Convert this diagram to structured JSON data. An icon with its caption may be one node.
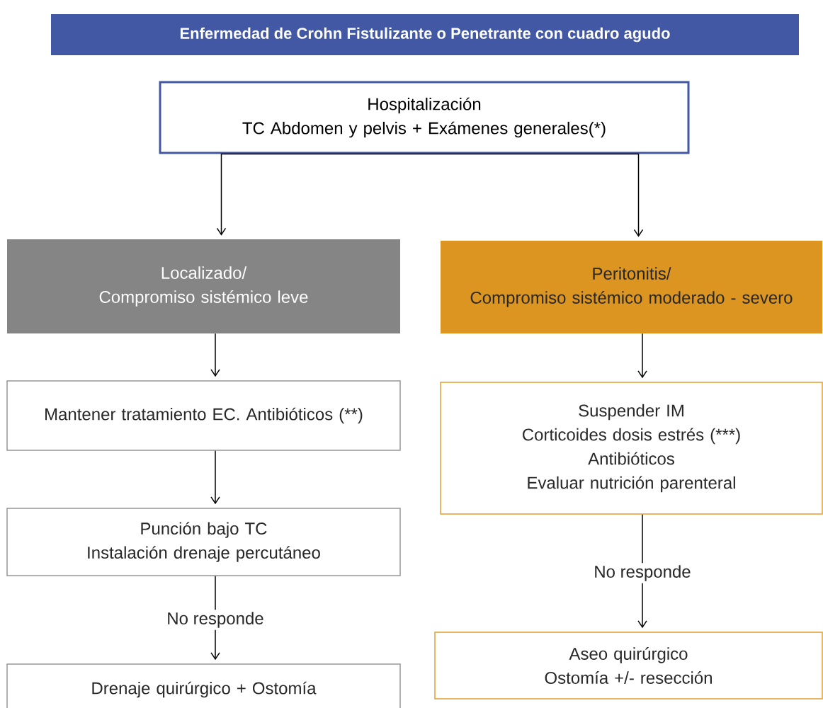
{
  "diagram": {
    "title": "Enfermedad de Crohn Fistulizante o Penetrante con cuadro agudo",
    "nodes": [
      {
        "text": [
          "Hospitalización",
          "TC Abdomen y pelvis + Exámenes generales(*)"
        ]
      },
      {
        "text": [
          "Localizado/",
          "Compromiso sistémico leve"
        ]
      },
      {
        "text": [
          "Peritonitis/",
          "Compromiso sistémico moderado - severo"
        ]
      },
      {
        "text": [
          "Mantener tratamiento EC. Antibióticos (**)"
        ]
      },
      {
        "text": [
          "Suspender IM",
          "Corticoides dosis estrés (***)",
          "Antibióticos",
          "Evaluar nutrición parenteral"
        ]
      },
      {
        "text": [
          "Punción bajo TC",
          "Instalación drenaje percutáneo"
        ]
      },
      {
        "text": [
          "Aseo quirúrgico",
          "Ostomía +/- resección"
        ]
      },
      {
        "text": [
          "Drenaje quirúrgico + Ostomía"
        ]
      }
    ],
    "edges": [
      {
        "from": 0,
        "to": 1,
        "arrow": "to"
      },
      {
        "from": 0,
        "to": 2,
        "arrow": "to"
      },
      {
        "from": 1,
        "to": 3,
        "arrow": "to"
      },
      {
        "from": 2,
        "to": 4,
        "arrow": "to"
      },
      {
        "from": 3,
        "to": 5,
        "arrow": "to"
      },
      {
        "from": 4,
        "to": 6,
        "arrow": "to",
        "label": "No responde"
      },
      {
        "from": 5,
        "to": 7,
        "arrow": "to",
        "label": "No responde"
      }
    ]
  }
}
